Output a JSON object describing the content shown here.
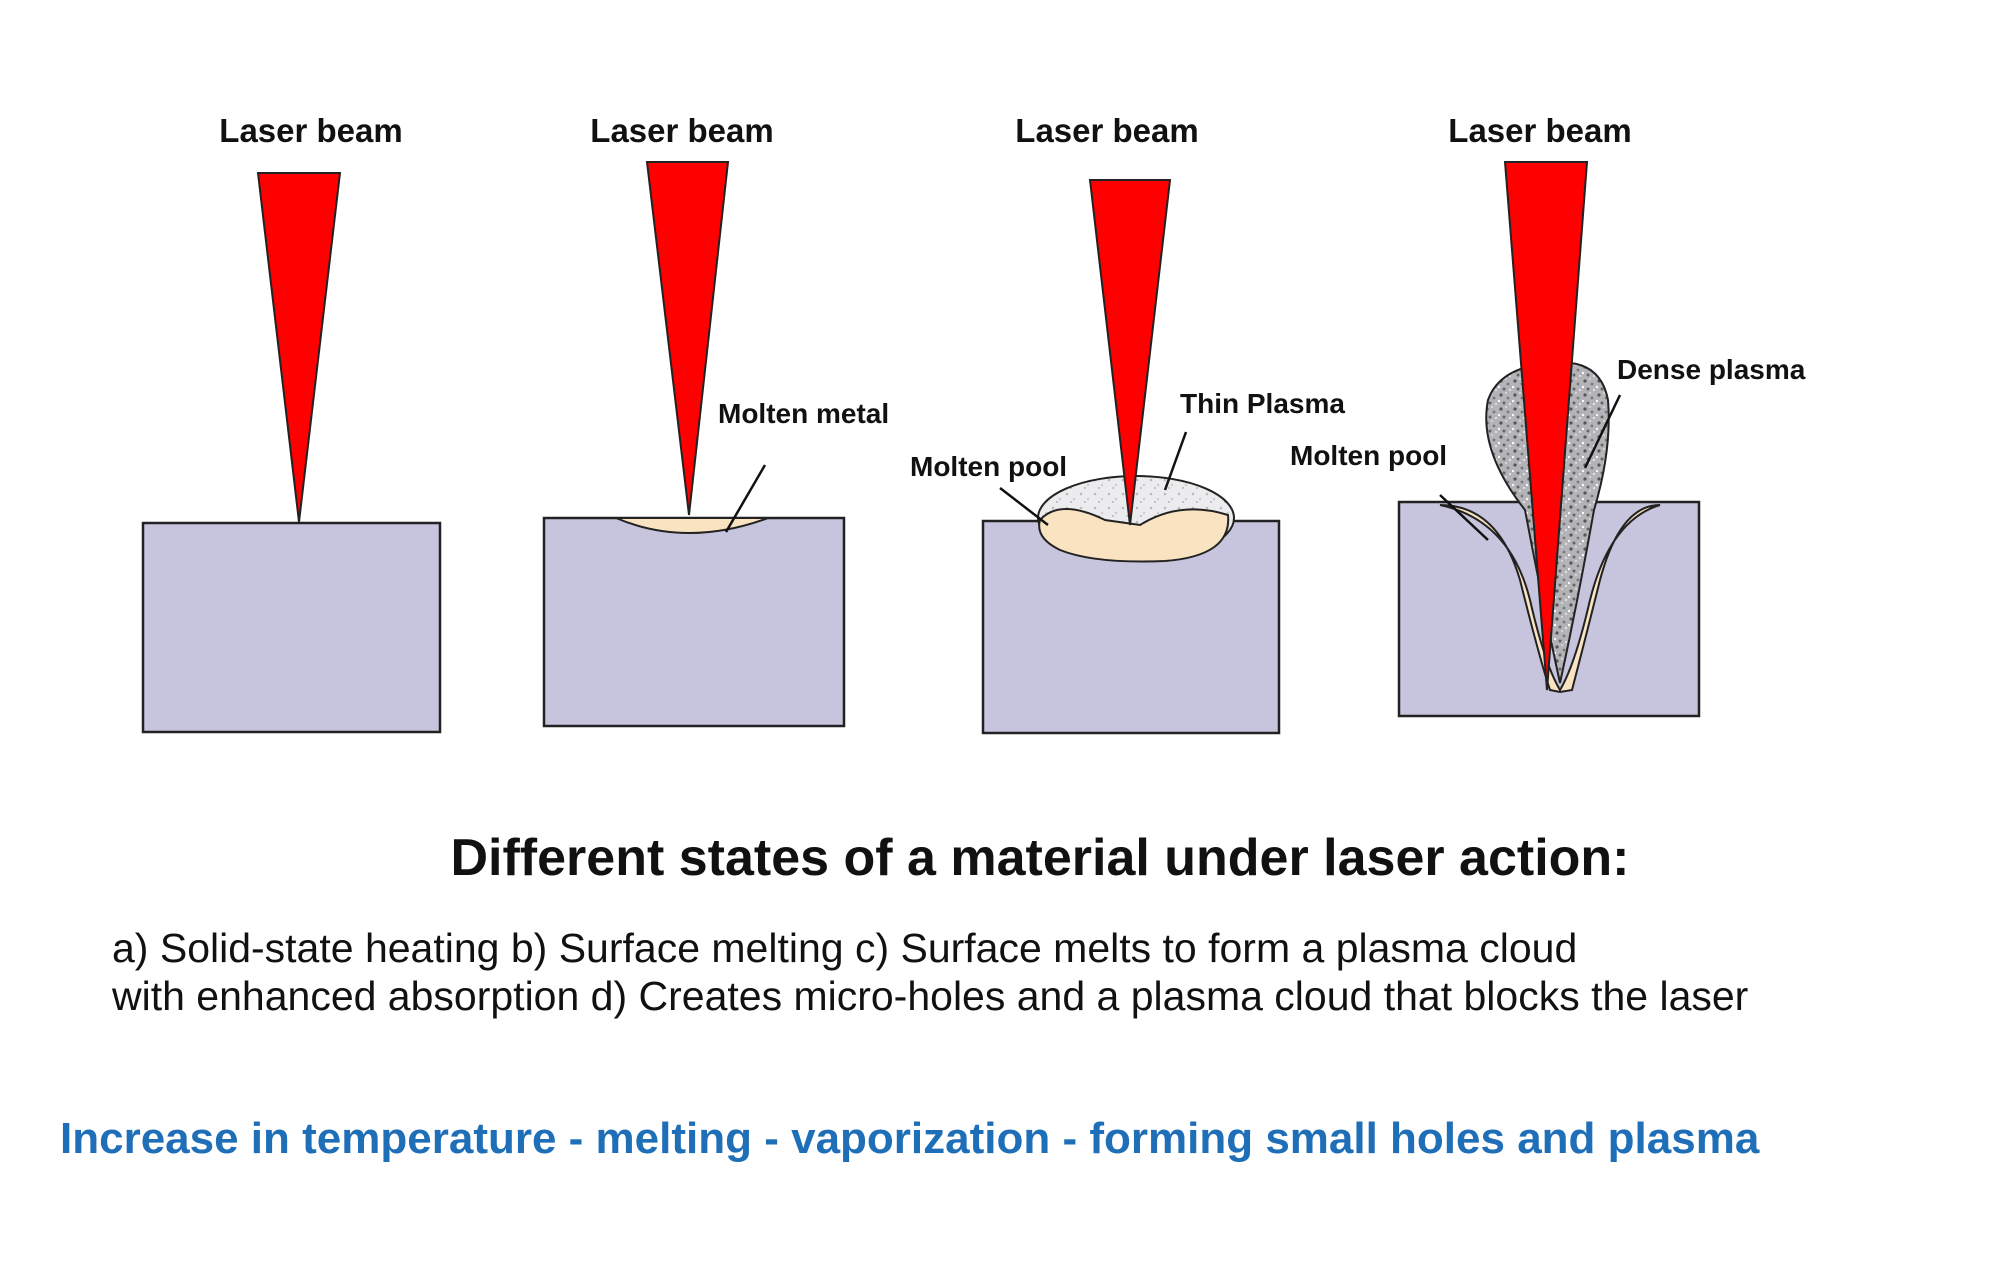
{
  "colors": {
    "beam": "#ff0000",
    "block": "#c6c5dd",
    "molten": "#fae3c1",
    "plasma": "#a9a9ad",
    "caption_blue": "#1f6fb8"
  },
  "panels": {
    "a": {
      "beam_label": "Laser beam"
    },
    "b": {
      "beam_label": "Laser beam",
      "molten_metal_label": "Molten metal"
    },
    "c": {
      "beam_label": "Laser beam",
      "molten_pool_label": "Molten pool",
      "thin_plasma_label": "Thin Plasma"
    },
    "d": {
      "beam_label": "Laser beam",
      "molten_pool_label": "Molten pool",
      "dense_plasma_label": "Dense plasma"
    }
  },
  "caption": {
    "title": "Different states of a material under laser action:",
    "line1": "a) Solid-state heating  b) Surface melting  c) Surface melts to form a plasma cloud",
    "line2": "with enhanced absorption  d) Creates micro-holes and a plasma cloud that blocks the laser",
    "summary": "Increase in temperature - melting - vaporization - forming small holes and plasma"
  }
}
